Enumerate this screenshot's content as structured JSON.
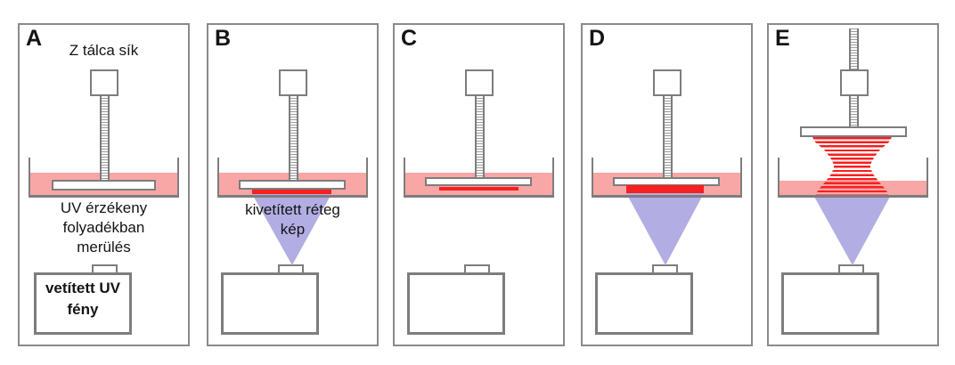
{
  "colors": {
    "liquid": "#f9a6a6",
    "cured": "#f71f1f",
    "beam": "#b2ade2",
    "outline": "#7d7d7d"
  },
  "panels": [
    {
      "label": "A",
      "plane_caption": "Z tálca sík",
      "immersion_caption": "UV érzékeny\nfolyadékban\nmerülés",
      "projector_caption": "vetített UV\nfény"
    },
    {
      "label": "B",
      "layer_caption": "kivetített réteg\nkép"
    },
    {
      "label": "C"
    },
    {
      "label": "D"
    },
    {
      "label": "E"
    }
  ]
}
